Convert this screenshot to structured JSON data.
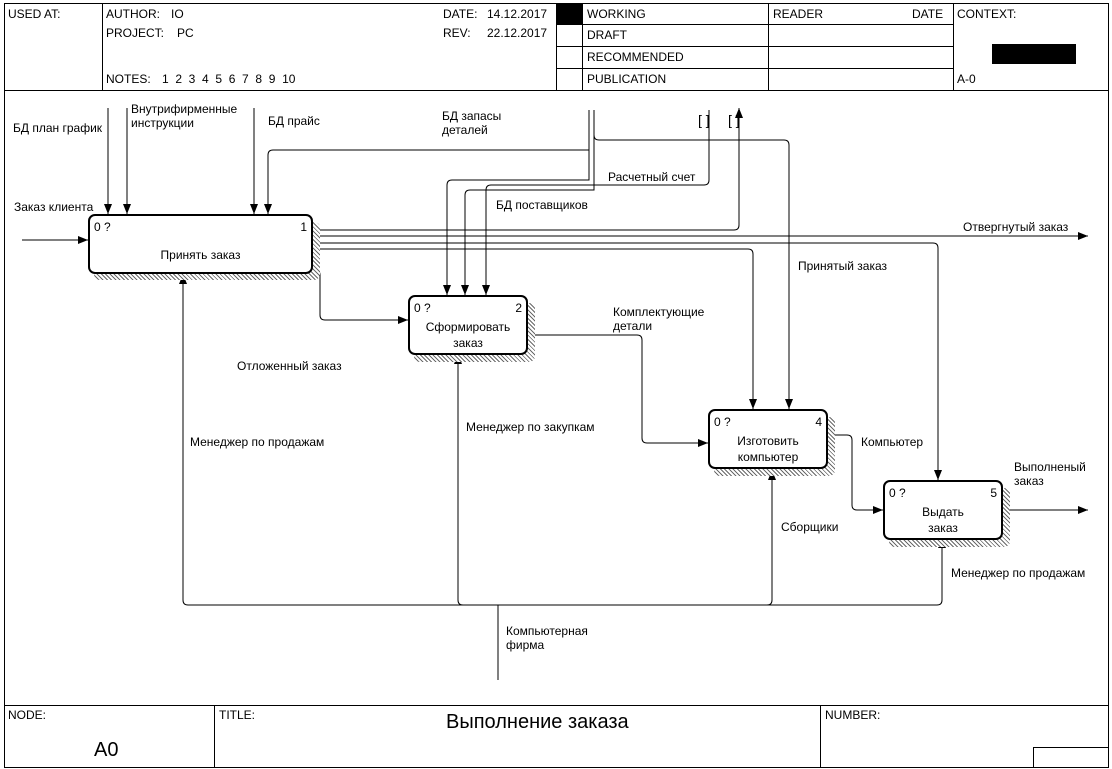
{
  "header": {
    "used_at_label": "USED AT:",
    "author_label": "AUTHOR:",
    "author": "IO",
    "project_label": "PROJECT:",
    "project": "PC",
    "notes_label": "NOTES:",
    "notes": "1  2  3  4  5  6  7  8  9  10",
    "date_label": "DATE:",
    "date": "14.12.2017",
    "rev_label": "REV:",
    "rev": "22.12.2017",
    "status": [
      "WORKING",
      "DRAFT",
      "RECOMMENDED",
      "PUBLICATION"
    ],
    "reader_label": "READER",
    "reader_date_label": "DATE",
    "context_label": "CONTEXT:",
    "context_node": "A-0"
  },
  "footer": {
    "node_label": "NODE:",
    "node": "A0",
    "title_label": "TITLE:",
    "title": "Выполнение заказа",
    "number_label": "NUMBER:"
  },
  "boxes": [
    {
      "cost": "0 ?",
      "num": "1",
      "title": "Принять заказ"
    },
    {
      "cost": "0 ?",
      "num": "2",
      "title": "Сформировать\nзаказ"
    },
    {
      "cost": "0 ?",
      "num": "4",
      "title": "Изготовить\nкомпьютер"
    },
    {
      "cost": "0 ?",
      "num": "5",
      "title": "Выдать\nзаказ"
    }
  ],
  "arrows": {
    "plan": "БД план график",
    "instructions": "Внутрифирменные\nинструкции",
    "price": "БД прайс",
    "parts_db": "БД запасы\nдеталей",
    "tunnel_1": "[ ]",
    "tunnel_2": "[ ]",
    "account": "Расчетный счет",
    "suppliers": "БД поставщиков",
    "client_order": "Заказ клиента",
    "rejected": "Отвергнутый заказ",
    "accepted": "Принятый заказ",
    "components": "Комплектующие\nдетали",
    "postponed": "Отложенный заказ",
    "sales_manager_1": "Менеджер по продажам",
    "purchase_manager": "Менеджер по закупкам",
    "computer": "Компьютер",
    "done_order": "Выполненый\nзаказ",
    "assemblers": "Сборщики",
    "sales_manager_2": "Менеджер по продажам",
    "company": "Компьютерная\nфирма"
  }
}
